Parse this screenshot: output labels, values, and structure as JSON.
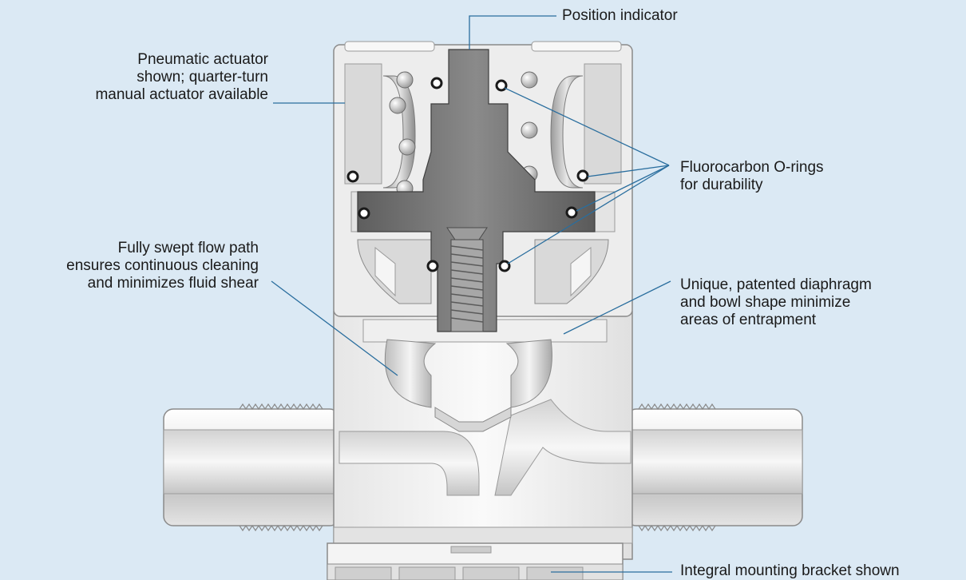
{
  "callouts": {
    "position_indicator": "Position indicator",
    "actuator": "Pneumatic actuator\nshown; quarter-turn\nmanual actuator available",
    "o_rings": "Fluorocarbon O-rings\nfor durability",
    "flow_path": "Fully swept flow path\nensures continuous cleaning\nand minimizes fluid shear",
    "diaphragm": "Unique, patented diaphragm\nand bowl shape minimize\nareas of entrapment",
    "bracket": "Integral mounting bracket shown"
  },
  "colors": {
    "background": "#dbe9f4",
    "leader_line": "#2a6e9e",
    "body_light": "#f2f2f2",
    "body_shadow": "#b8b8b8",
    "stem_dark": "#6e6e6e"
  }
}
